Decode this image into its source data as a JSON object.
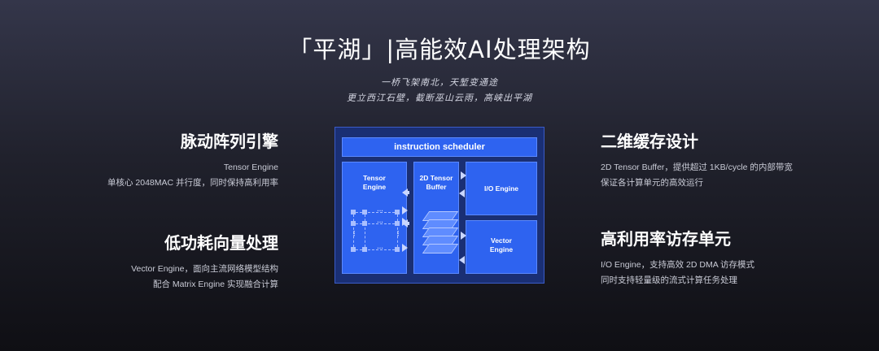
{
  "header": {
    "title": "「平湖」|高能效AI处理架构",
    "subtitle_line1": "一桥飞架南北，天堑变通途",
    "subtitle_line2": "更立西江石壁，截断巫山云雨，高峡出平湖"
  },
  "features_left": [
    {
      "heading": "脉动阵列引擎",
      "line1": "Tensor Engine",
      "line2": "单核心 2048MAC 并行度，同时保持高利用率"
    },
    {
      "heading": "低功耗向量处理",
      "line1": "Vector Engine，面向主流网络模型结构",
      "line2": "配合 Matrix Engine 实现融合计算"
    }
  ],
  "features_right": [
    {
      "heading": "二维缓存设计",
      "line1": "2D Tensor Buffer，提供超过 1KB/cycle 的内部带宽",
      "line2": "保证各计算单元的高效运行"
    },
    {
      "heading": "高利用率访存单元",
      "line1": "I/O Engine，支持高效 2D DMA 访存模式",
      "line2": "同时支持轻量级的流式计算任务处理"
    }
  ],
  "diagram": {
    "scheduler": "instruction scheduler",
    "tensor_engine": [
      "Tensor",
      "Engine"
    ],
    "tensor_buffer": [
      "2D Tensor",
      "Buffer"
    ],
    "io_engine": "I/O Engine",
    "vector_engine": [
      "Vector",
      "Engine"
    ],
    "colors": {
      "block": "#2e63f0",
      "frame": "#1a2f74",
      "arrow": "#c9d6ff"
    }
  }
}
